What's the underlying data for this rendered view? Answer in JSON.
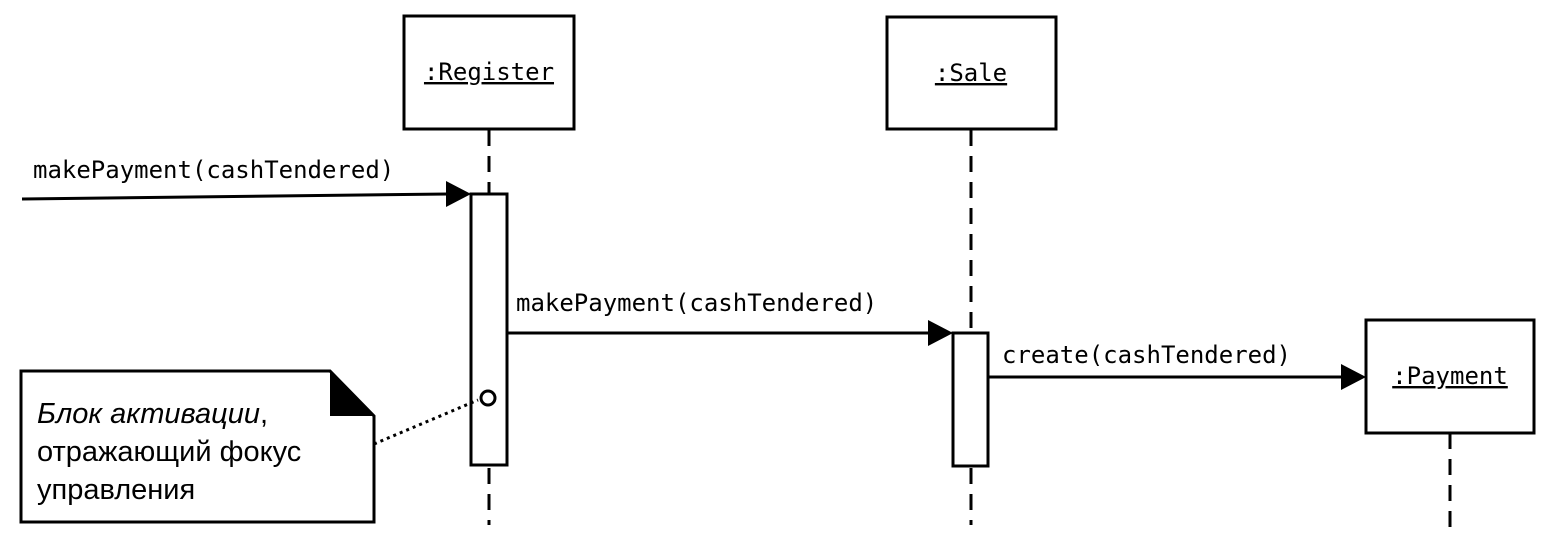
{
  "objects": [
    {
      "id": "register",
      "label": ":Register"
    },
    {
      "id": "sale",
      "label": ":Sale"
    },
    {
      "id": "payment",
      "label": ":Payment"
    }
  ],
  "messages": [
    {
      "from": "external",
      "to": "register",
      "label": "makePayment(cashTendered)"
    },
    {
      "from": "register",
      "to": "sale",
      "label": "makePayment(cashTendered)"
    },
    {
      "from": "sale",
      "to": "payment",
      "label": "create(cashTendered)"
    }
  ],
  "note": {
    "line1_emphasis": "Блок активации",
    "line1_rest": ",",
    "line2": "отражающий фокус",
    "line3": "управления"
  }
}
